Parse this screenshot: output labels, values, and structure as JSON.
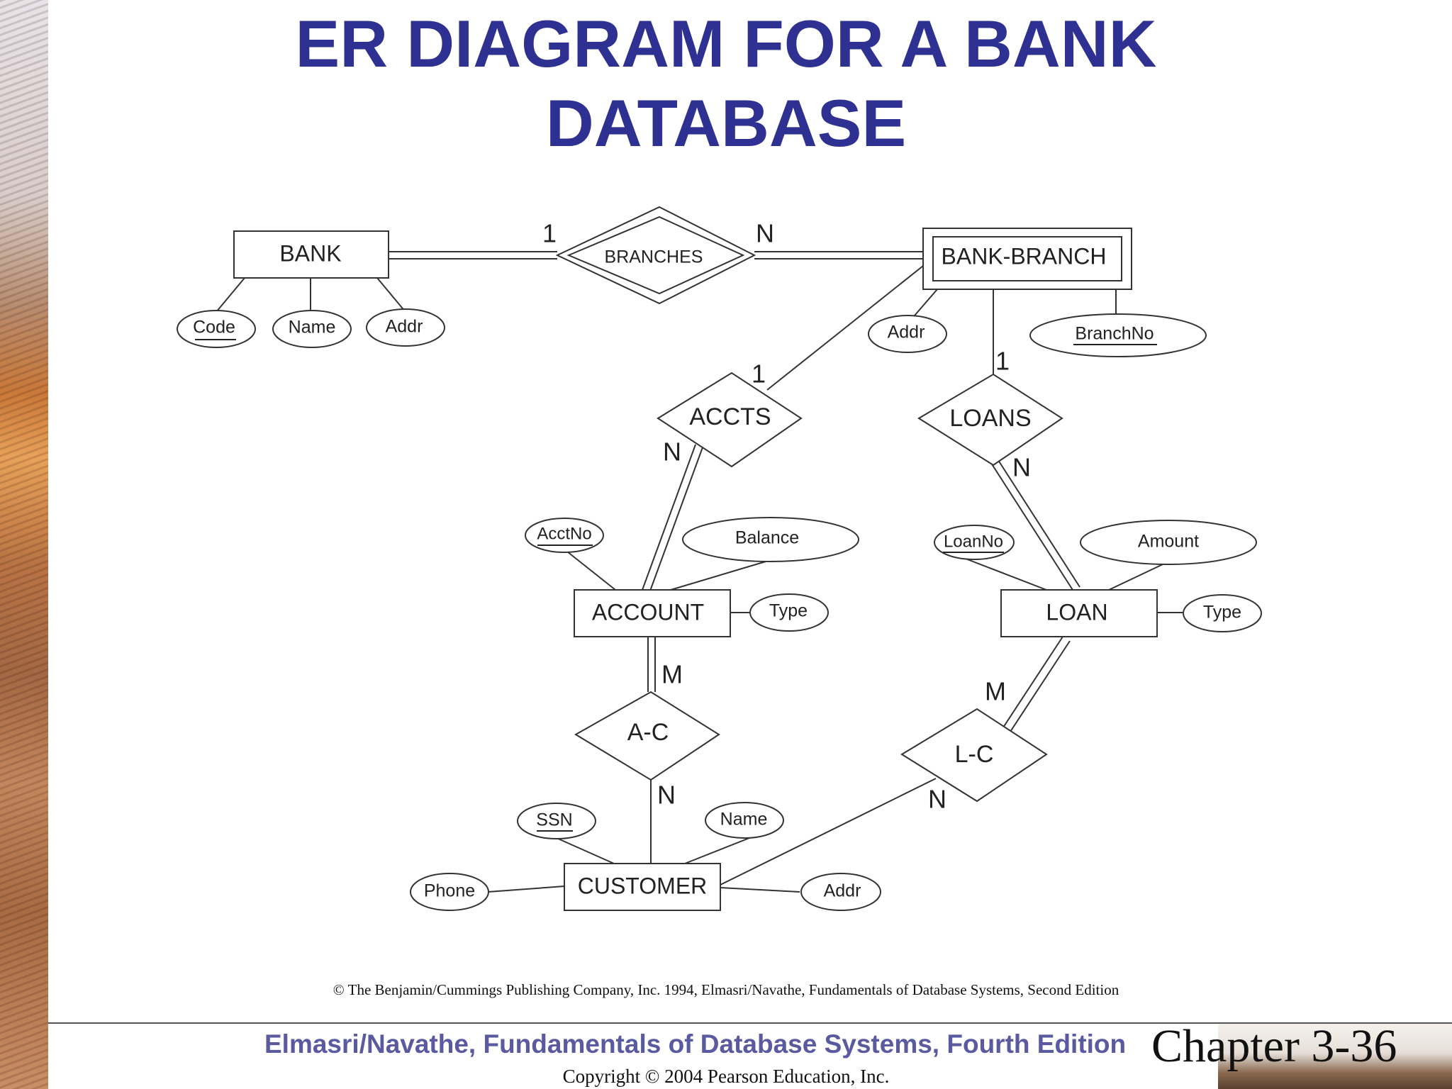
{
  "title": {
    "line1": "ER DIAGRAM FOR A BANK",
    "line2": "DATABASE"
  },
  "diagram": {
    "entities": {
      "bank": "BANK",
      "bank_branch": "BANK-BRANCH",
      "account": "ACCOUNT",
      "loan": "LOAN",
      "customer": "CUSTOMER"
    },
    "relationships": {
      "branches": "BRANCHES",
      "accts": "ACCTS",
      "loans": "LOANS",
      "a_c": "A-C",
      "l_c": "L-C"
    },
    "attributes": {
      "bank_code": "Code",
      "bank_name": "Name",
      "bank_addr": "Addr",
      "branch_addr": "Addr",
      "branch_no": "BranchNo",
      "acct_no": "AcctNo",
      "acct_balance": "Balance",
      "acct_type": "Type",
      "loan_no": "LoanNo",
      "loan_amount": "Amount",
      "loan_type": "Type",
      "cust_ssn": "SSN",
      "cust_name": "Name",
      "cust_phone": "Phone",
      "cust_addr": "Addr"
    },
    "cardinalities": {
      "branches_bank": "1",
      "branches_branch": "N",
      "accts_branch": "1",
      "accts_account": "N",
      "loans_branch": "1",
      "loans_loan": "N",
      "ac_account": "M",
      "ac_customer": "N",
      "lc_loan": "M",
      "lc_customer": "N"
    }
  },
  "source_credit": "© The Benjamin/Cummings Publishing Company, Inc. 1994, Elmasri/Navathe, Fundamentals of Database Systems, Second Edition",
  "footer": {
    "book": "Elmasri/Navathe, Fundamentals of Database Systems, Fourth Edition",
    "chapter": "Chapter 3-36",
    "copyright": "Copyright © 2004 Pearson Education, Inc."
  }
}
